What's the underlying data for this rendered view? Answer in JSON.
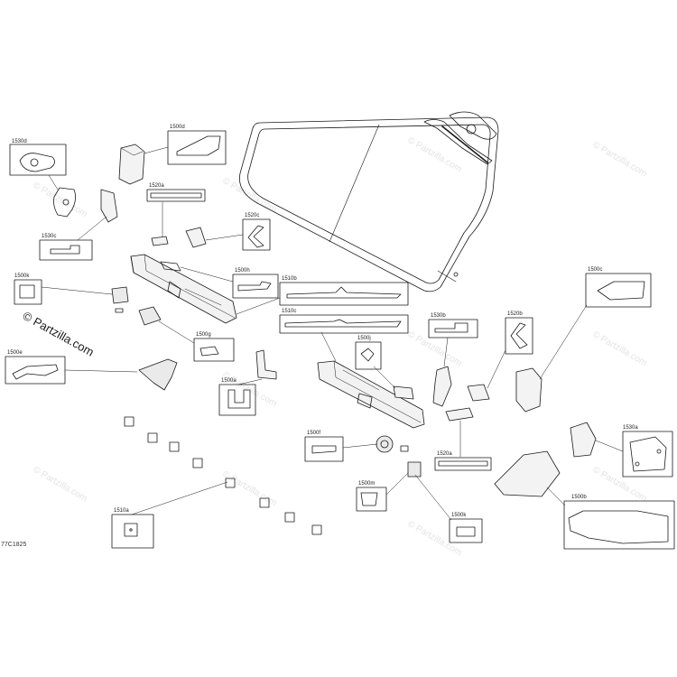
{
  "figure_code": "77C1825",
  "brand": "© Partzilla.com",
  "watermark": "© Partzilla.com",
  "callouts": [
    {
      "id": "c-1530d",
      "text": "1530d"
    },
    {
      "id": "c-1500d",
      "text": "1500d"
    },
    {
      "id": "c-1520a-top",
      "text": "1520a"
    },
    {
      "id": "c-1530c",
      "text": "1530c"
    },
    {
      "id": "c-1520c",
      "text": "1520c"
    },
    {
      "id": "c-1500k-left",
      "text": "1500k"
    },
    {
      "id": "c-1500h",
      "text": "1500h"
    },
    {
      "id": "c-1510b",
      "text": "1510b"
    },
    {
      "id": "c-1510c",
      "text": "1510c"
    },
    {
      "id": "c-1500g",
      "text": "1500g"
    },
    {
      "id": "c-1500e",
      "text": "1500e"
    },
    {
      "id": "c-1500a",
      "text": "1500a"
    },
    {
      "id": "c-1500j",
      "text": "1500j"
    },
    {
      "id": "c-1530b",
      "text": "1530b"
    },
    {
      "id": "c-1520b",
      "text": "1520b"
    },
    {
      "id": "c-1500c",
      "text": "1500c"
    },
    {
      "id": "c-1500f",
      "text": "1500f"
    },
    {
      "id": "c-1500m",
      "text": "1500m"
    },
    {
      "id": "c-1520a-bottom",
      "text": "1520a"
    },
    {
      "id": "c-1500k-bottom",
      "text": "1500k"
    },
    {
      "id": "c-1530a",
      "text": "1530a"
    },
    {
      "id": "c-1500b",
      "text": "1500b"
    },
    {
      "id": "c-1510a",
      "text": "1510a"
    }
  ]
}
